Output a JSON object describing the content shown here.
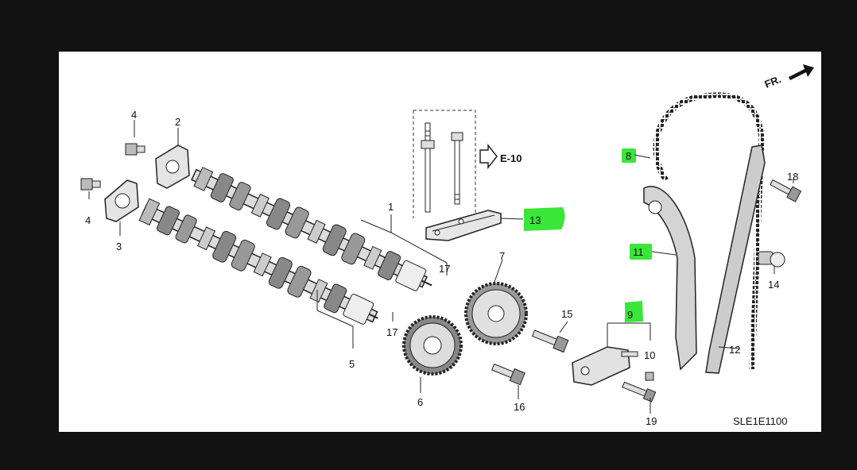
{
  "diagram": {
    "callouts": [
      {
        "id": "c1",
        "text": "1"
      },
      {
        "id": "c2",
        "text": "2"
      },
      {
        "id": "c3",
        "text": "3"
      },
      {
        "id": "c4a",
        "text": "4"
      },
      {
        "id": "c4b",
        "text": "4"
      },
      {
        "id": "c5",
        "text": "5"
      },
      {
        "id": "c6",
        "text": "6"
      },
      {
        "id": "c7",
        "text": "7"
      },
      {
        "id": "c8",
        "text": "8"
      },
      {
        "id": "c9",
        "text": "9"
      },
      {
        "id": "c10",
        "text": "10"
      },
      {
        "id": "c11",
        "text": "11"
      },
      {
        "id": "c12",
        "text": "12"
      },
      {
        "id": "c13",
        "text": "13"
      },
      {
        "id": "c14",
        "text": "14"
      },
      {
        "id": "c15",
        "text": "15"
      },
      {
        "id": "c16",
        "text": "16"
      },
      {
        "id": "c17a",
        "text": "17"
      },
      {
        "id": "c17b",
        "text": "17"
      },
      {
        "id": "c18",
        "text": "18"
      },
      {
        "id": "c19",
        "text": "19"
      }
    ],
    "reference_label": "E-10",
    "front_label": "FR.",
    "drawing_code": "SLE1E1100",
    "highlight_color": "#39e639"
  }
}
